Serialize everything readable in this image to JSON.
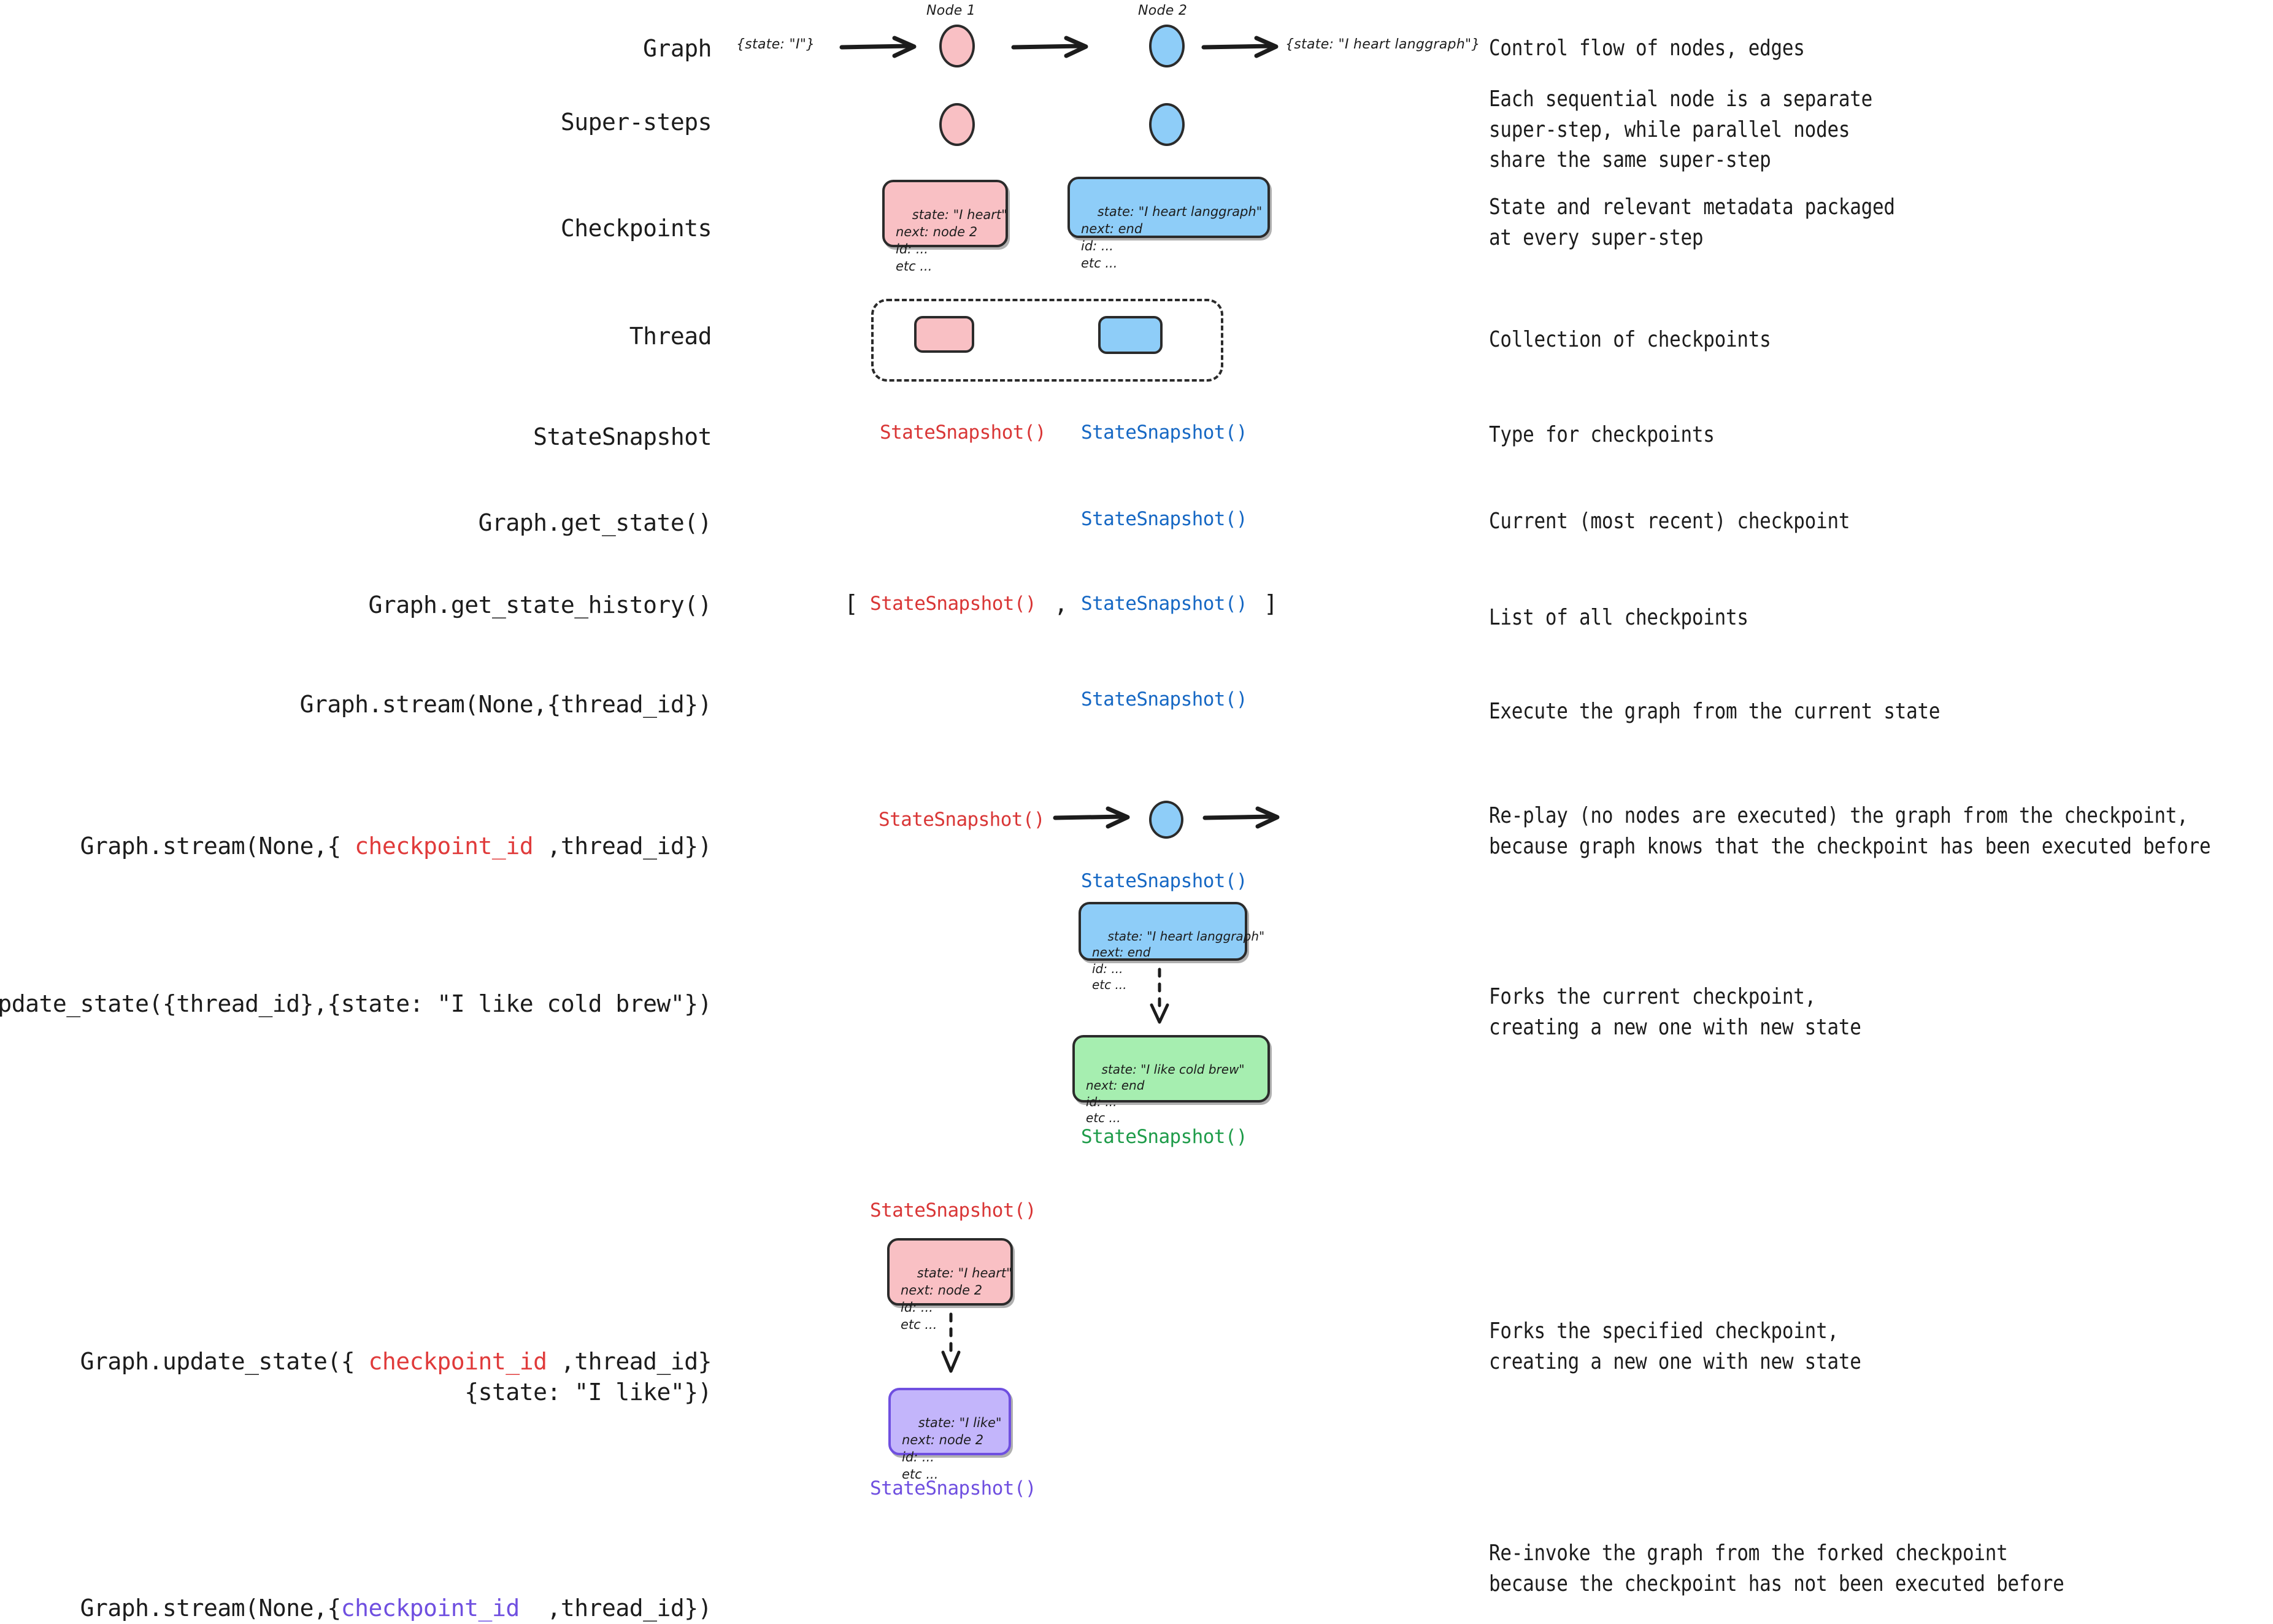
{
  "palette": {
    "pink": "#f9c0c4",
    "blue": "#8ecdf8",
    "green": "#a6eeb0",
    "purple": "#c3b5fb",
    "red_text": "#d93636",
    "blue_text": "#1668c4",
    "green_text": "#1f9c4a",
    "purple_text": "#6f4fe0",
    "ink": "#1c1c1c"
  },
  "graph_row": {
    "node1_caption": "Node 1",
    "node2_caption": "Node 2",
    "input_state": "{state: \"I\"}",
    "output_state": "{state: \"I heart langgraph\"}"
  },
  "rows": [
    {
      "key": "graph",
      "label": "Graph",
      "description": "Control flow of nodes, edges"
    },
    {
      "key": "super-steps",
      "label": "Super-steps",
      "description": "Each sequential node is a separate\nsuper-step, while parallel nodes\nshare the same super-step"
    },
    {
      "key": "checkpoints",
      "label": "Checkpoints",
      "description": "State and relevant metadata packaged\nat every super-step"
    },
    {
      "key": "thread",
      "label": "Thread",
      "description": "Collection of checkpoints"
    },
    {
      "key": "statesnapshot",
      "label": "StateSnapshot",
      "description": "Type for checkpoints"
    },
    {
      "key": "get-state",
      "label": "Graph.get_state()",
      "description": "Current (most recent) checkpoint"
    },
    {
      "key": "get-state-history",
      "label": "Graph.get_state_history()",
      "description": "List of all checkpoints"
    },
    {
      "key": "stream-thread",
      "label": "Graph.stream(None,{thread_id})",
      "description": "Execute the graph from the current state"
    },
    {
      "key": "stream-checkpoint",
      "label_parts": [
        {
          "text": "Graph.stream(None,{ ",
          "color": "ink"
        },
        {
          "text": "checkpoint_id",
          "color": "red"
        },
        {
          "text": " ,thread_id})",
          "color": "ink"
        }
      ],
      "description": "Re-play (no nodes are executed) the graph from the checkpoint,\nbecause graph knows that the checkpoint has been executed before"
    },
    {
      "key": "update-state-thread",
      "label": "Graph.update_state({thread_id},{state: \"I like cold brew\"})",
      "description": "Forks the current checkpoint,\ncreating a new one with new state"
    },
    {
      "key": "update-state-checkpoint",
      "label_parts": [
        {
          "text": "Graph.update_state({ ",
          "color": "ink"
        },
        {
          "text": "checkpoint_id",
          "color": "red"
        },
        {
          "text": " ,thread_id}",
          "color": "ink"
        }
      ],
      "label_line2": "{state: \"I like\"})",
      "description": "Forks the specified checkpoint,\ncreating a new one with new state"
    },
    {
      "key": "stream-forked",
      "label_parts": [
        {
          "text": "Graph.stream(None,{",
          "color": "ink"
        },
        {
          "text": "checkpoint_id",
          "color": "purple"
        },
        {
          "text": "  ,thread_id})",
          "color": "ink"
        }
      ],
      "description": "Re-invoke the graph from the forked checkpoint\nbecause the checkpoint has not been executed before"
    }
  ],
  "checkpoint_cards": {
    "pink_heart": {
      "state": "state: \"I heart\"",
      "next": "next: node 2",
      "id": "id: ...",
      "etc": "etc ..."
    },
    "blue_langgraph": {
      "state": "state: \"I heart langgraph\"",
      "next": "next: end",
      "id": "id: ...",
      "etc": "etc ..."
    },
    "green_coldbrew": {
      "state": "state: \"I like cold brew\"",
      "next": "next: end",
      "id": "id: ...",
      "etc": "etc ..."
    },
    "purple_ilike": {
      "state": "state: \"I like\"",
      "next": "next: node 2",
      "id": "id: ...",
      "etc": "etc ..."
    }
  },
  "snapshot_label": "StateSnapshot()",
  "brackets": {
    "open": "[",
    "comma": ",",
    "close": "]"
  }
}
